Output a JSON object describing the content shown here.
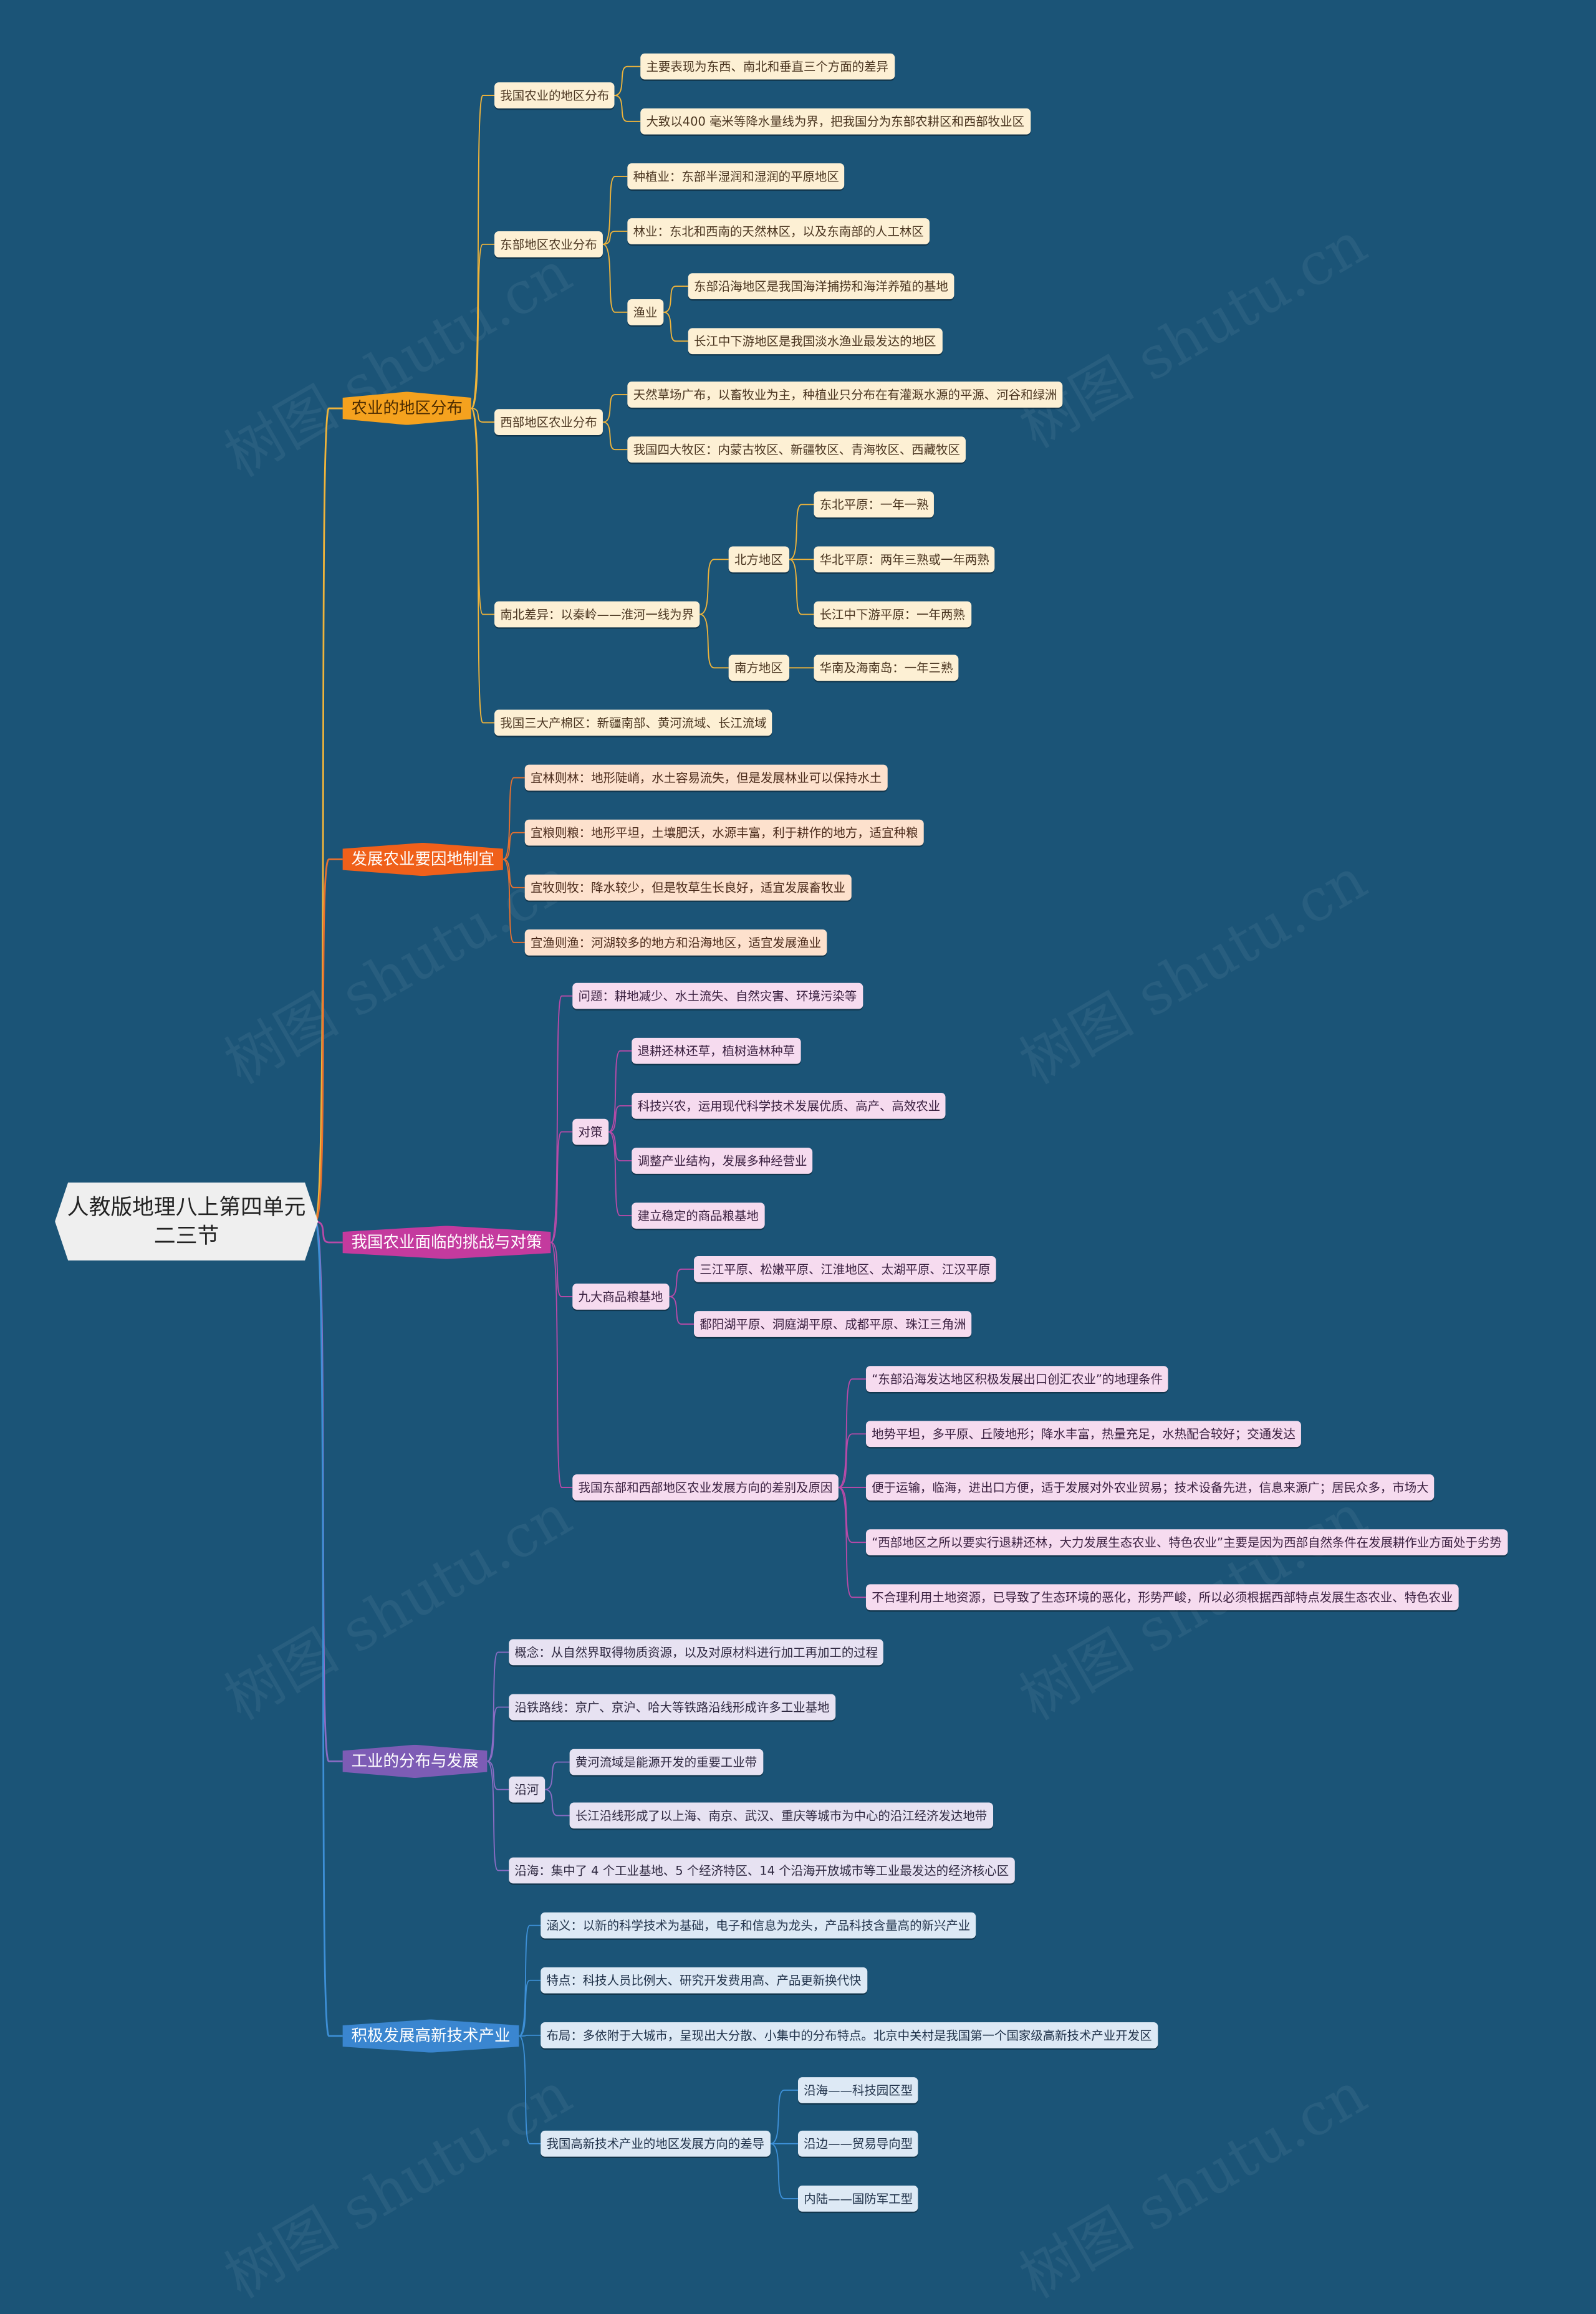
{
  "root": {
    "title": "人教版地理八上第四单元二三节"
  },
  "watermark": "树图 shutu.cn",
  "colors": {
    "background": "#1b5477",
    "branch0": "#f5a21e",
    "branch1": "#f0601a",
    "branch2": "#c43a9e",
    "branch3": "#7d5cb5",
    "branch4": "#3a86d0"
  },
  "branches": [
    {
      "label": "农业的地区分布",
      "children": [
        {
          "label": "我国农业的地区分布",
          "children": [
            {
              "label": "主要表现为东西、南北和垂直三个方面的差异"
            },
            {
              "label": "大致以400 毫米等降水量线为界，把我国分为东部农耕区和西部牧业区"
            }
          ]
        },
        {
          "label": "东部地区农业分布",
          "children": [
            {
              "label": "种植业：东部半湿润和湿润的平原地区"
            },
            {
              "label": "林业：东北和西南的天然林区，以及东南部的人工林区"
            },
            {
              "label": "渔业",
              "children": [
                {
                  "label": "东部沿海地区是我国海洋捕捞和海洋养殖的基地"
                },
                {
                  "label": "长江中下游地区是我国淡水渔业最发达的地区"
                }
              ]
            }
          ]
        },
        {
          "label": "西部地区农业分布",
          "children": [
            {
              "label": "天然草场广布，以畜牧业为主，种植业只分布在有灌溉水源的平源、河谷和绿洲"
            },
            {
              "label": "我国四大牧区：内蒙古牧区、新疆牧区、青海牧区、西藏牧区"
            }
          ]
        },
        {
          "label": "南北差异：以秦岭——淮河一线为界",
          "children": [
            {
              "label": "北方地区",
              "children": [
                {
                  "label": "东北平原：一年一熟"
                },
                {
                  "label": "华北平原：两年三熟或一年两熟"
                },
                {
                  "label": "长江中下游平原：一年两熟"
                }
              ]
            },
            {
              "label": "南方地区",
              "children": [
                {
                  "label": "华南及海南岛：一年三熟"
                }
              ]
            }
          ]
        },
        {
          "label": "我国三大产棉区：新疆南部、黄河流域、长江流域"
        }
      ]
    },
    {
      "label": "发展农业要因地制宜",
      "children": [
        {
          "label": "宜林则林：地形陡峭，水土容易流失，但是发展林业可以保持水土"
        },
        {
          "label": "宜粮则粮：地形平坦，土壤肥沃，水源丰富，利于耕作的地方，适宜种粮"
        },
        {
          "label": "宜牧则牧：降水较少，但是牧草生长良好，适宜发展畜牧业"
        },
        {
          "label": "宜渔则渔：河湖较多的地方和沿海地区，适宜发展渔业"
        }
      ]
    },
    {
      "label": "我国农业面临的挑战与对策",
      "children": [
        {
          "label": "问题：耕地减少、水土流失、自然灾害、环境污染等"
        },
        {
          "label": "对策",
          "children": [
            {
              "label": "退耕还林还草，植树造林种草"
            },
            {
              "label": "科技兴农，运用现代科学技术发展优质、高产、高效农业"
            },
            {
              "label": "调整产业结构，发展多种经营业"
            },
            {
              "label": "建立稳定的商品粮基地"
            }
          ]
        },
        {
          "label": "九大商品粮基地",
          "children": [
            {
              "label": "三江平原、松嫩平原、江淮地区、太湖平原、江汉平原"
            },
            {
              "label": "鄱阳湖平原、洞庭湖平原、成都平原、珠江三角洲"
            }
          ]
        },
        {
          "label": "我国东部和西部地区农业发展方向的差别及原因",
          "children": [
            {
              "label": "“东部沿海发达地区积极发展出口创汇农业”的地理条件"
            },
            {
              "label": "地势平坦，多平原、丘陵地形；降水丰富，热量充足，水热配合较好；交通发达"
            },
            {
              "label": "便于运输，临海，进出口方便，适于发展对外农业贸易；技术设备先进，信息来源广；居民众多，市场大"
            },
            {
              "label": "“西部地区之所以要实行退耕还林，大力发展生态农业、特色农业”主要是因为西部自然条件在发展耕作业方面处于劣势"
            },
            {
              "label": "不合理利用土地资源，已导致了生态环境的恶化，形势严峻，所以必须根据西部特点发展生态农业、特色农业"
            }
          ]
        }
      ]
    },
    {
      "label": "工业的分布与发展",
      "children": [
        {
          "label": "概念：从自然界取得物质资源，以及对原材料进行加工再加工的过程"
        },
        {
          "label": "沿铁路线：京广、京沪、哈大等铁路沿线形成许多工业基地"
        },
        {
          "label": "沿河",
          "children": [
            {
              "label": "黄河流域是能源开发的重要工业带"
            },
            {
              "label": "长江沿线形成了以上海、南京、武汉、重庆等城市为中心的沿江经济发达地带"
            }
          ]
        },
        {
          "label": "沿海：集中了 4 个工业基地、5 个经济特区、14 个沿海开放城市等工业最发达的经济核心区"
        }
      ]
    },
    {
      "label": "积极发展高新技术产业",
      "children": [
        {
          "label": "涵义：以新的科学技术为基础，电子和信息为龙头，产品科技含量高的新兴产业"
        },
        {
          "label": "特点：科技人员比例大、研究开发费用高、产品更新换代快"
        },
        {
          "label": "布局：多依附于大城市，呈现出大分散、小集中的分布特点。北京中关村是我国第一个国家级高新技术产业开发区"
        },
        {
          "label": "我国高新技术产业的地区发展方向的差导",
          "children": [
            {
              "label": "沿海——科技园区型"
            },
            {
              "label": "沿边——贸易导向型"
            },
            {
              "label": "内陆——国防军工型"
            }
          ]
        }
      ]
    }
  ]
}
